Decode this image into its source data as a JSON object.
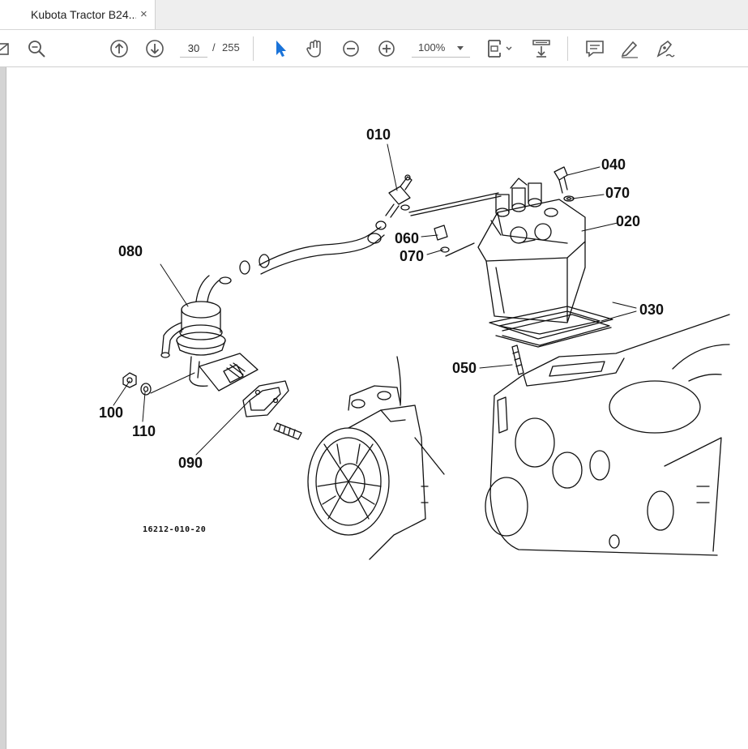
{
  "tab": {
    "title": "Kubota Tractor B24...",
    "close_glyph": "×"
  },
  "toolbar": {
    "page_current": "30",
    "page_separator": "/",
    "page_total": "255",
    "zoom": "100%",
    "icons": [
      "email-icon",
      "zoom-out-icon",
      "previous-page-icon",
      "next-page-icon",
      "select-arrow-icon",
      "hand-tool-icon",
      "zoom-minus-icon",
      "zoom-plus-icon",
      "page-fit-icon",
      "scroll-mode-icon",
      "comment-icon",
      "highlight-pen-icon",
      "sign-icon"
    ]
  },
  "document": {
    "callouts": {
      "c010": "010",
      "c040": "040",
      "c070a": "070",
      "c020": "020",
      "c060": "060",
      "c070b": "070",
      "c080": "080",
      "c030": "030",
      "c050": "050",
      "c100": "100",
      "c110": "110",
      "c090": "090"
    },
    "figure_code": "16212-010-20"
  }
}
